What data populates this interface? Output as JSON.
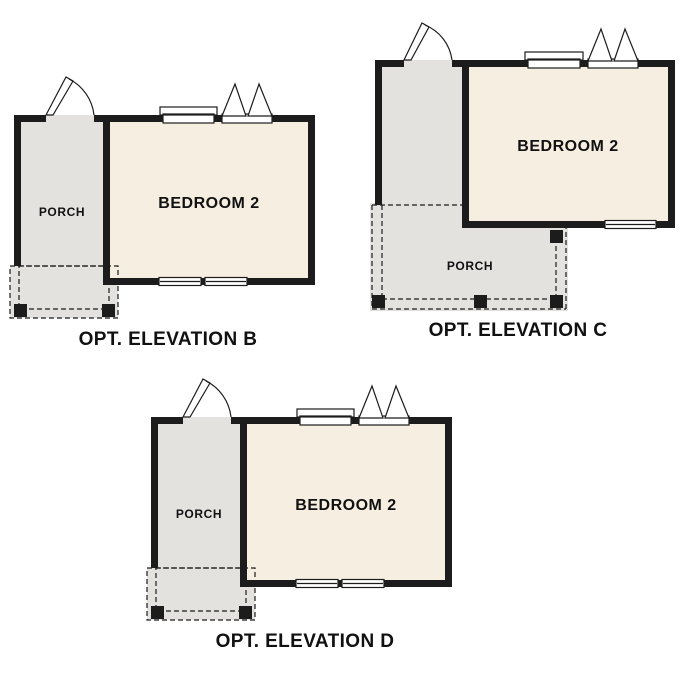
{
  "colors": {
    "wall": "#1c1c1c",
    "bedroom_fill": "#f6eee1",
    "porch_fill": "#e3e2df",
    "lintel_fill": "#d7c9b2",
    "label_text": "#111111",
    "background": "#ffffff"
  },
  "plans": [
    {
      "id": "elevation-b",
      "caption": "OPT. ELEVATION B",
      "bedroom_label": "BEDROOM 2",
      "porch_label": "PORCH"
    },
    {
      "id": "elevation-c",
      "caption": "OPT. ELEVATION C",
      "bedroom_label": "BEDROOM 2",
      "porch_label": "PORCH"
    },
    {
      "id": "elevation-d",
      "caption": "OPT. ELEVATION D",
      "bedroom_label": "BEDROOM 2",
      "porch_label": "PORCH"
    }
  ]
}
